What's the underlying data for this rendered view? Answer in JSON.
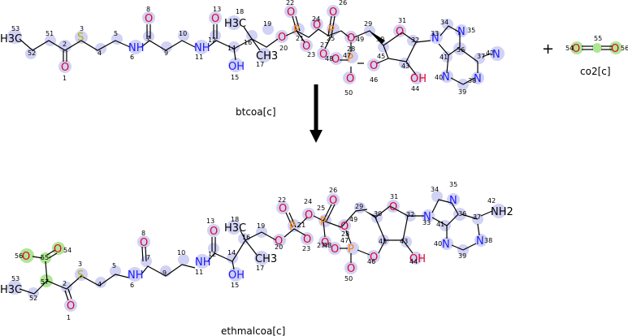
{
  "reaction": {
    "reactant_main": {
      "name": "btcoa[c]"
    },
    "reactant_co2": {
      "name": "co2[c]"
    },
    "plus_sign": "+",
    "product": {
      "name": "ethmalcoa[c]"
    }
  },
  "colors": {
    "atom_highlight": "#c9caf2",
    "changed_atom_highlight": "#a6e38a",
    "oxygen": "#e0002b",
    "nitrogen": "#1a1aff",
    "phosphorus": "#ff8000",
    "sulfur": "#b3b300",
    "carbon": "#000000"
  },
  "atoms": {
    "H3C": "H3C",
    "CH3": "CH3",
    "NH": "NH",
    "NH2": "NH2",
    "OH": "OH",
    "O": "O",
    "S": "S",
    "P": "P",
    "N": "N",
    "minus": "-"
  }
}
